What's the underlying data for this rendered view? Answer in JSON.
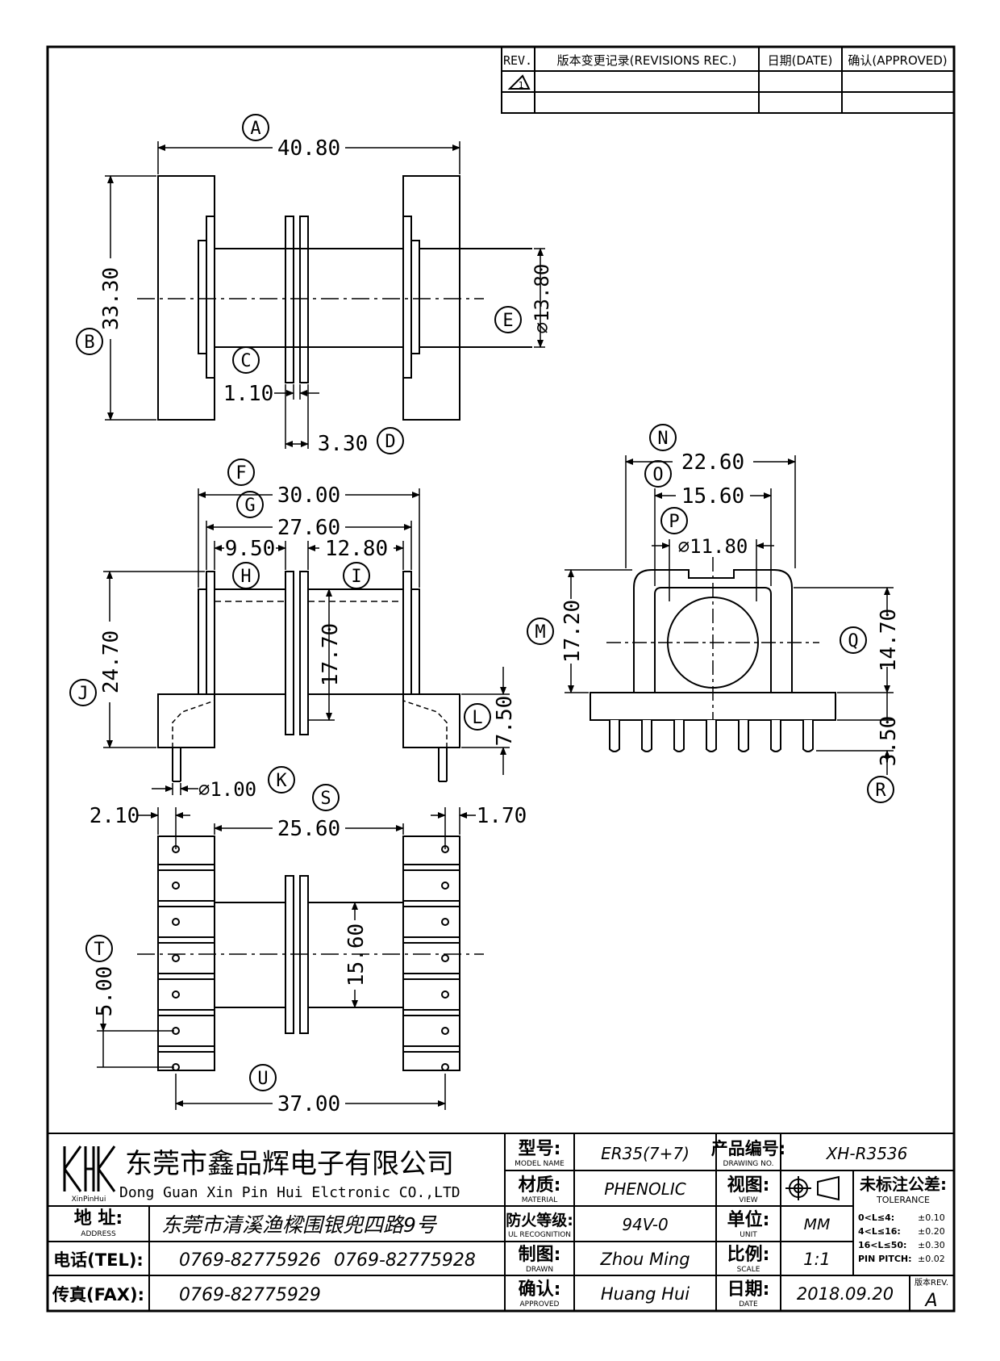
{
  "revision_table": {
    "headers": [
      "REV.",
      "版本变更记录(REVISIONS REC.)",
      "日期(DATE)",
      "确认(APPROVED)"
    ],
    "rev_symbol": "1"
  },
  "dims": {
    "A": {
      "letter": "A",
      "value": "40.80"
    },
    "B": {
      "letter": "B",
      "value": "33.30"
    },
    "C": {
      "letter": "C",
      "value": "1.10"
    },
    "D": {
      "letter": "D",
      "value": "3.30"
    },
    "E": {
      "letter": "E",
      "value": "⌀13.80"
    },
    "F": {
      "letter": "F",
      "value": "30.00"
    },
    "G": {
      "letter": "G",
      "value": "27.60"
    },
    "H": {
      "letter": "H",
      "value": "9.50"
    },
    "I": {
      "letter": "I",
      "value": "12.80"
    },
    "J": {
      "letter": "J",
      "value": "24.70"
    },
    "K": {
      "letter": "K",
      "value": "⌀1.00"
    },
    "L": {
      "letter": "L",
      "value": "7.50"
    },
    "M": {
      "letter": "M",
      "value": "17.20"
    },
    "N": {
      "letter": "N",
      "value": "22.60"
    },
    "O": {
      "letter": "O",
      "value": "15.60"
    },
    "P": {
      "letter": "P",
      "value": "⌀11.80"
    },
    "Q": {
      "letter": "Q",
      "value": "14.70"
    },
    "R": {
      "letter": "R",
      "value": "3.50"
    },
    "S": {
      "letter": "S",
      "value": "25.60"
    },
    "T": {
      "letter": "T",
      "value": "5.00"
    },
    "U": {
      "letter": "U",
      "value": "37.00"
    },
    "inner_height": "17.70",
    "inner_width_bottom": "15.60",
    "pin_offset_left": "2.10",
    "pin_offset_right": "1.70"
  },
  "title_block": {
    "company_cn": "东莞市鑫品辉电子有限公司",
    "company_en": "Dong Guan Xin Pin Hui Elctronic CO.,LTD",
    "logo_caption": "XinPinHui",
    "address_label": "地 址:",
    "address_sub": "ADDRESS",
    "address": "东莞市清溪渔樑围银兜四路9号",
    "tel_label": "电话(TEL):",
    "tel1": "0769-82775926",
    "tel2": "0769-82775928",
    "fax_label": "传真(FAX):",
    "fax": "0769-82775929",
    "model_label": "型号:",
    "model_sub": "MODEL NAME",
    "model": "ER35(7+7)",
    "material_label": "材质:",
    "material_sub": "MATERIAL",
    "material": "PHENOLIC",
    "fire_label": "防火等级:",
    "fire_sub": "UL RECOGNITION",
    "fire": "94V-0",
    "drawn_label": "制图:",
    "drawn_sub": "DRAWN",
    "drawn": "Zhou Ming",
    "approved_label": "确认:",
    "approved_sub": "APPROVED",
    "approved": "Huang Hui",
    "drawing_no_label": "产品编号:",
    "drawing_no_sub": "DRAWING NO.",
    "drawing_no": "XH-R3536",
    "view_label": "视图:",
    "view_sub": "VIEW",
    "unit_label": "单位:",
    "unit_sub": "UNIT",
    "unit": "MM",
    "scale_label": "比例:",
    "scale_sub": "SCALE",
    "scale": "1:1",
    "date_label": "日期:",
    "date_sub": "DATE",
    "date": "2018.09.20",
    "tolerance_label": "未标注公差:",
    "tolerance_sub": "TOLERANCE",
    "tolerance_rows": [
      {
        "range": "0<L≤4:",
        "tol": "±0.10"
      },
      {
        "range": "4<L≤16:",
        "tol": "±0.20"
      },
      {
        "range": "16<L≤50:",
        "tol": "±0.30"
      },
      {
        "range": "PIN PITCH:",
        "tol": "±0.02"
      }
    ],
    "rev_label": "版本REV.",
    "rev": "A"
  }
}
